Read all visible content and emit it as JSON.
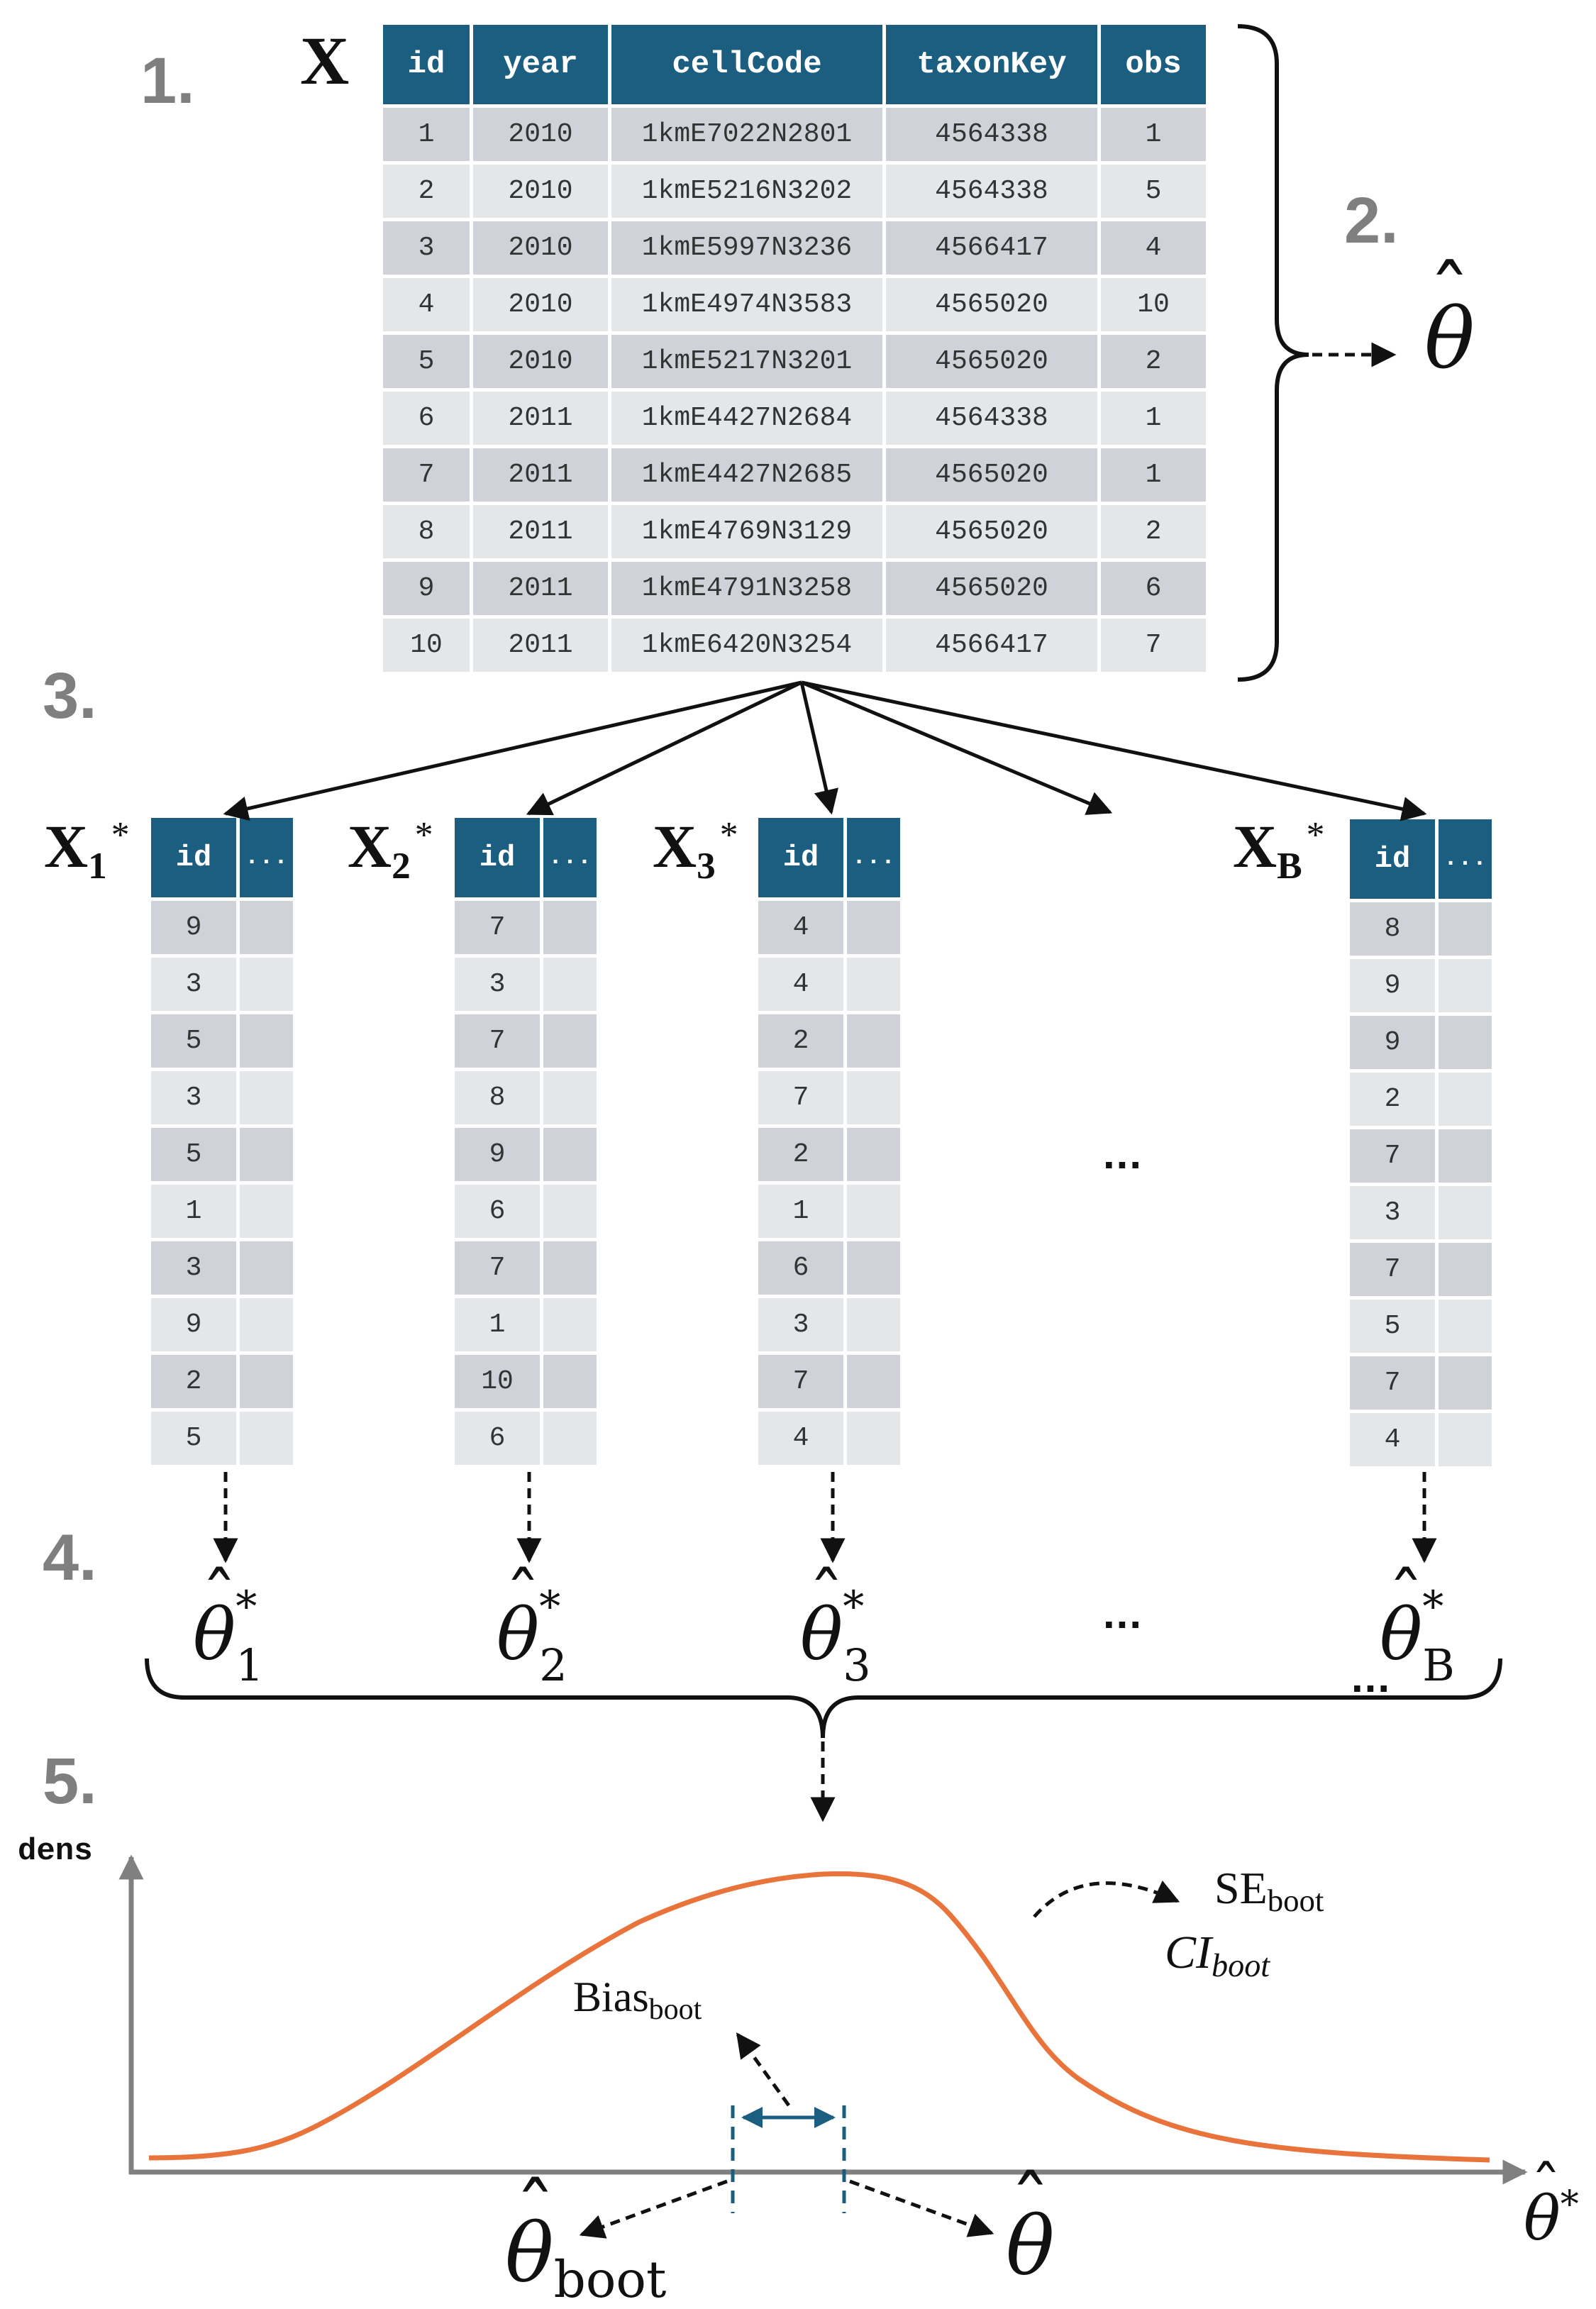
{
  "steps": [
    "1.",
    "2.",
    "3.",
    "4.",
    "5."
  ],
  "original": {
    "label": "X",
    "columns": [
      "id",
      "year",
      "cellCode",
      "taxonKey",
      "obs"
    ],
    "rows": [
      [
        "1",
        "2010",
        "1kmE7022N2801",
        "4564338",
        "1"
      ],
      [
        "2",
        "2010",
        "1kmE5216N3202",
        "4564338",
        "5"
      ],
      [
        "3",
        "2010",
        "1kmE5997N3236",
        "4566417",
        "4"
      ],
      [
        "4",
        "2010",
        "1kmE4974N3583",
        "4565020",
        "10"
      ],
      [
        "5",
        "2010",
        "1kmE5217N3201",
        "4565020",
        "2"
      ],
      [
        "6",
        "2011",
        "1kmE4427N2684",
        "4564338",
        "1"
      ],
      [
        "7",
        "2011",
        "1kmE4427N2685",
        "4565020",
        "1"
      ],
      [
        "8",
        "2011",
        "1kmE4769N3129",
        "4565020",
        "2"
      ],
      [
        "9",
        "2011",
        "1kmE4791N3258",
        "4565020",
        "6"
      ],
      [
        "10",
        "2011",
        "1kmE6420N3254",
        "4566417",
        "7"
      ]
    ]
  },
  "estimate": {
    "symbol": "θ"
  },
  "resamples": [
    {
      "label_main": "X",
      "label_sub": "1",
      "columns": [
        "id",
        "..."
      ],
      "ids": [
        "9",
        "3",
        "5",
        "3",
        "5",
        "1",
        "3",
        "9",
        "2",
        "5"
      ],
      "theta_sub": "1"
    },
    {
      "label_main": "X",
      "label_sub": "2",
      "columns": [
        "id",
        "..."
      ],
      "ids": [
        "7",
        "3",
        "7",
        "8",
        "9",
        "6",
        "7",
        "1",
        "10",
        "6"
      ],
      "theta_sub": "2"
    },
    {
      "label_main": "X",
      "label_sub": "3",
      "columns": [
        "id",
        "..."
      ],
      "ids": [
        "4",
        "4",
        "2",
        "7",
        "2",
        "1",
        "6",
        "3",
        "7",
        "4"
      ],
      "theta_sub": "3"
    },
    {
      "label_main": "X",
      "label_sub": "B",
      "columns": [
        "id",
        "..."
      ],
      "ids": [
        "8",
        "9",
        "9",
        "2",
        "7",
        "3",
        "7",
        "5",
        "7",
        "4"
      ],
      "theta_sub": "B"
    }
  ],
  "star": "*",
  "ellipsis": "...",
  "density": {
    "y_label": "dens",
    "x_label": "θ",
    "bias_label": "Bias",
    "bias_sub": "boot",
    "se_label": "SE",
    "se_sub": "boot",
    "ci_label": "CI",
    "ci_sub": "boot",
    "boot_sub": "boot",
    "curve_color": "#e8743b",
    "marker_color": "#1b5e80"
  }
}
